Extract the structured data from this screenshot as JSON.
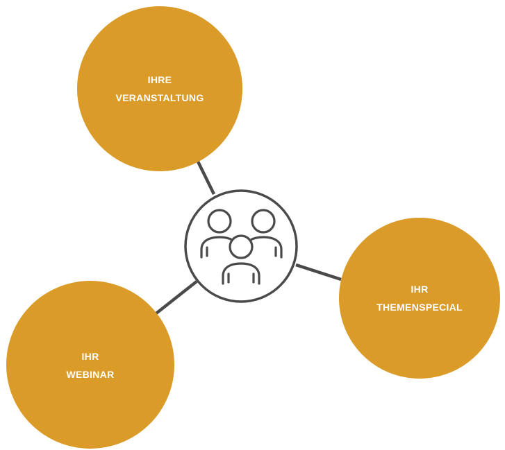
{
  "colors": {
    "accent": "#db9b28",
    "stroke": "#4a4a4a",
    "label_text": "#ffffff",
    "background": "#ffffff"
  },
  "center": {
    "icon": "people-group-icon"
  },
  "nodes": [
    {
      "id": "veranstaltung",
      "line1": "IHRE",
      "line2": "VERANSTALTUNG"
    },
    {
      "id": "themenspecial",
      "line1": "IHR",
      "line2": "THEMENSPECIAL"
    },
    {
      "id": "webinar",
      "line1": "IHR",
      "line2": "WEBINAR"
    }
  ]
}
